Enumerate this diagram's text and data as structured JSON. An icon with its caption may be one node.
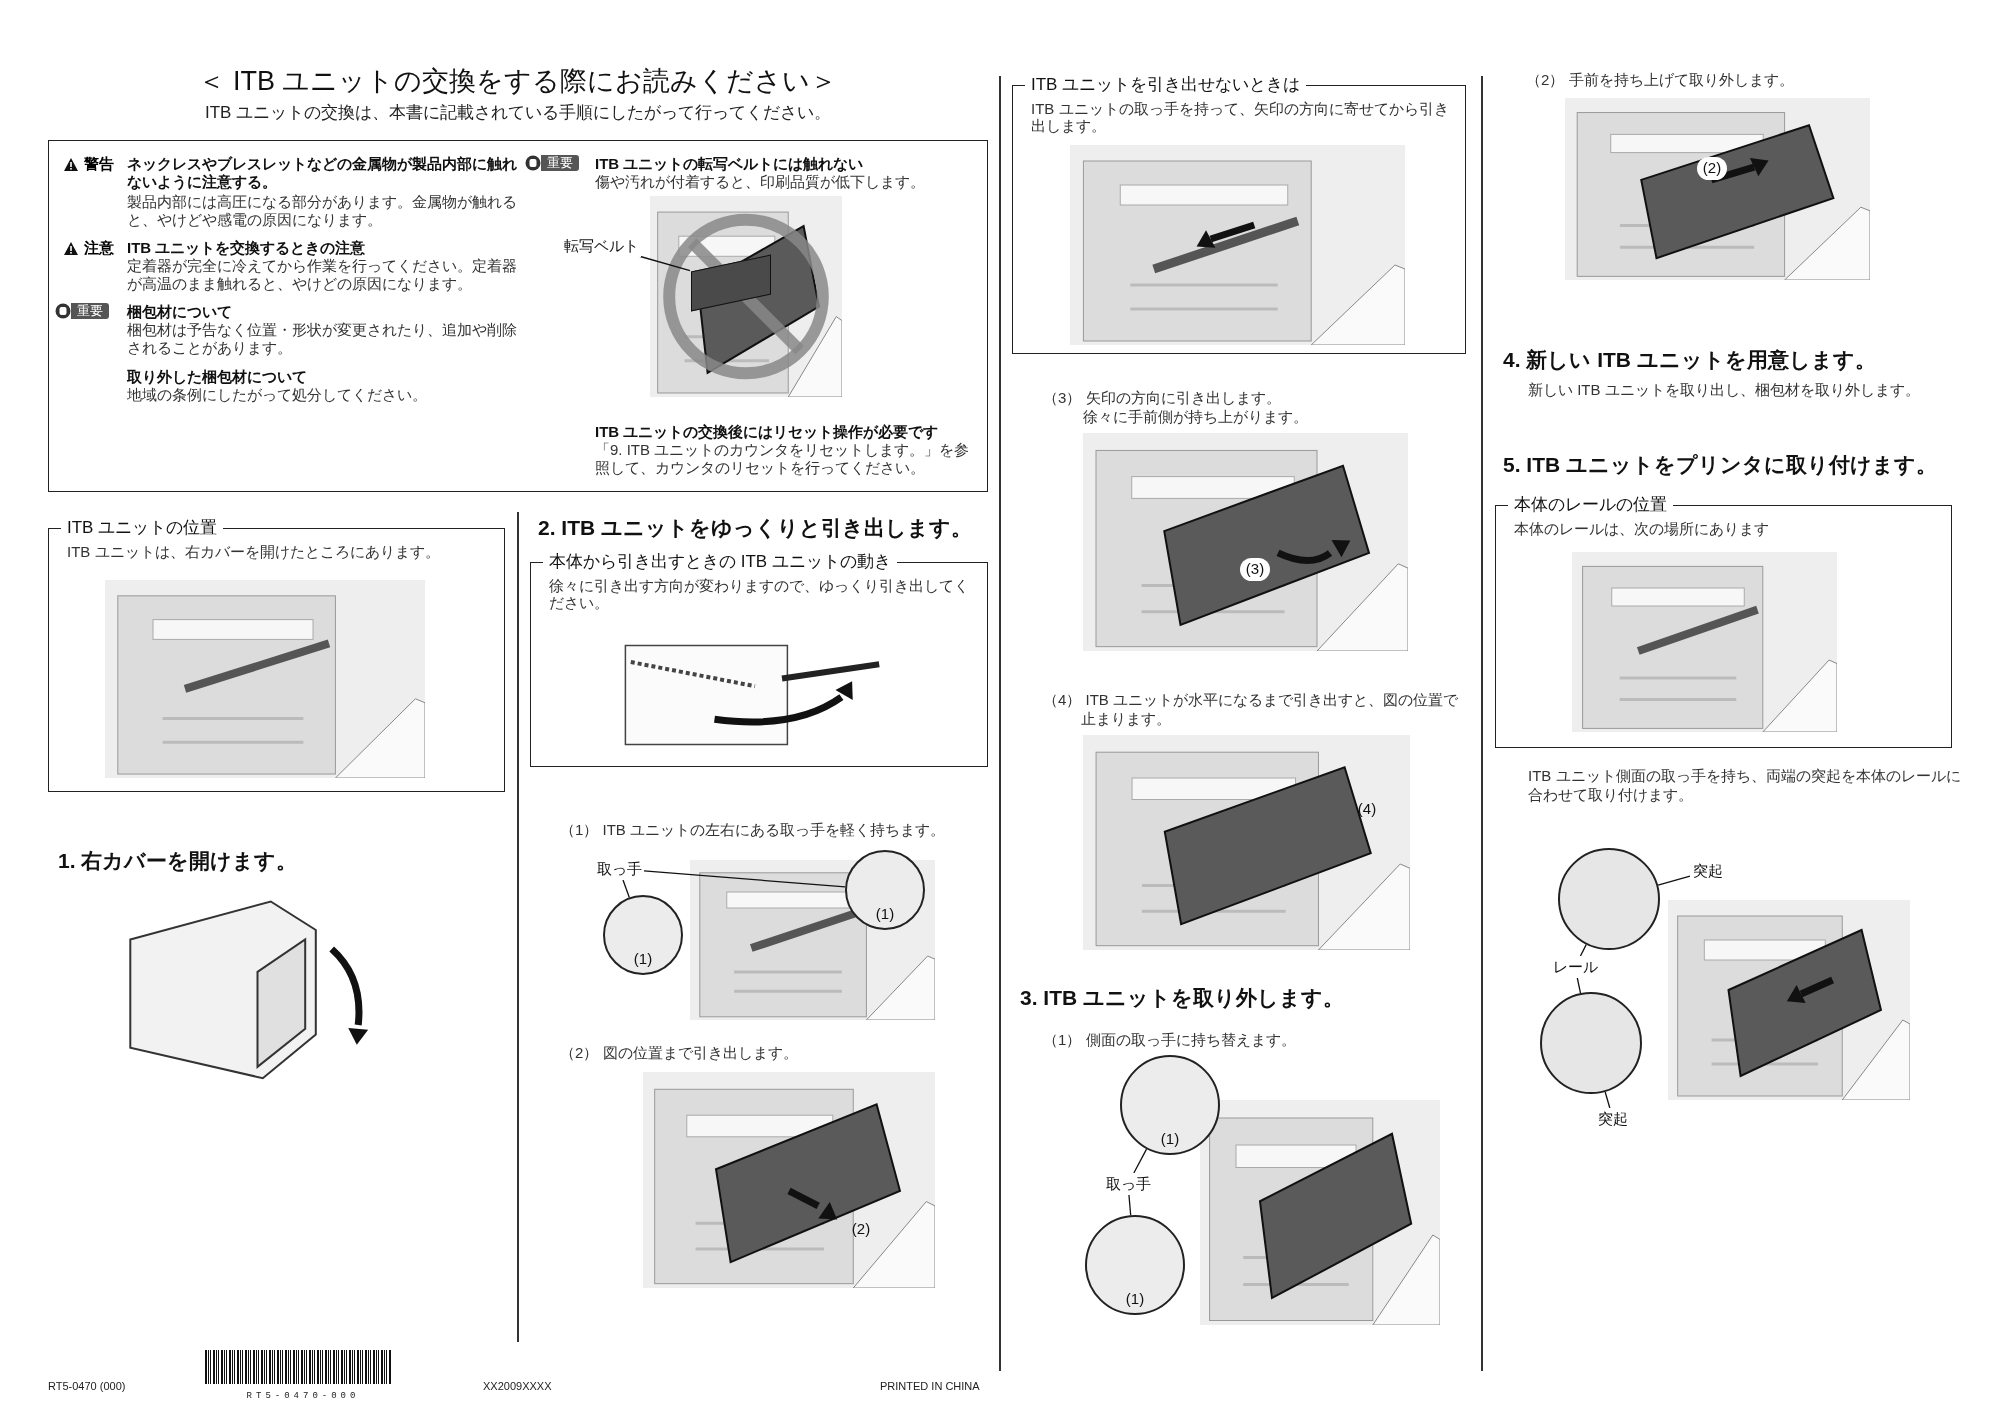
{
  "diagram": {
    "title": "＜ ITB ユニットの交換をする際にお読みください＞",
    "nodes": [
      {
        "text": [
          "警告",
          "ネックレスやブレスレットなどの金属物が製品内部に触れないように注意する。",
          "製品内部には高圧になる部分があります。金属物が触れると、やけどや感電の原因になります。",
          "注意",
          "ITB ユニットを交換するときの注意",
          "定着器が完全に冷えてから作業を行ってください。定着器が高温のまま触れると、やけどの原因になります。",
          "重要",
          "梱包材について",
          "梱包材は予告なく位置・形状が変更されたり、追加や削除されることがあります。",
          "取り外した梱包材について",
          "地域の条例にしたがって処分してください。",
          "重要",
          "ITB ユニットの転写ベルトには触れない",
          "傷や汚れが付着すると、印刷品質が低下します。",
          "ITB ユニットの交換後にはリセット操作が必要です",
          "「9. ITB ユニットのカウンタをリセットします。」を参照して、カウンタのリセットを行ってください。"
        ]
      },
      {
        "text": [
          "転写ベルト"
        ],
        "in": 0
      },
      {
        "text": [],
        "shape": "box",
        "in": 0
      },
      {
        "text": [
          "ITB ユニットの位置",
          "ITB ユニットは、右カバーを開けたところにあります。"
        ]
      },
      {
        "text": [
          "本体から引き出すときの ITB ユニットの動き",
          "徐々に引き出す方向が変わりますので、ゆっくり引き出してください。"
        ]
      },
      {
        "text": [
          "取っ手"
        ]
      },
      {
        "text": [
          "(1)"
        ]
      },
      {
        "text": [
          "(1)"
        ]
      },
      {
        "text": [
          "ITB ユニットを引き出せないときは",
          "ITB ユニットの取っ手を持って、矢印の方向に寄せてから引き出します。"
        ]
      },
      {
        "text": [
          "取っ手"
        ]
      },
      {
        "text": [
          "(1)"
        ]
      },
      {
        "text": [
          "(1)"
        ]
      },
      {
        "text": [
          "本体のレールの位置",
          "本体のレールは、次の場所にあります"
        ]
      },
      {
        "text": [
          "突起"
        ]
      },
      {
        "text": [
          "レール"
        ]
      },
      {
        "text": [
          "突起"
        ]
      },
      {
        "text": [],
        "shape": "circle"
      },
      {
        "text": [],
        "shape": "circle"
      }
    ],
    "edges": [
      {
        "from": 1,
        "to": 2,
        "arrow": "none"
      },
      {
        "from": 5,
        "to": 6,
        "arrow": "none"
      },
      {
        "from": 5,
        "to": 7,
        "arrow": "none"
      },
      {
        "from": 9,
        "to": 10,
        "arrow": "none"
      },
      {
        "from": 9,
        "to": 11,
        "arrow": "none"
      },
      {
        "from": 13,
        "to": 16,
        "arrow": "none"
      },
      {
        "from": 14,
        "to": 16,
        "arrow": "none"
      },
      {
        "from": 14,
        "to": 17,
        "arrow": "none"
      },
      {
        "from": 15,
        "to": 17,
        "arrow": "none"
      }
    ],
    "labels": [
      "ITB ユニットの交換は、本書に記載されている手順にしたがって行ってください。",
      "1. 右カバーを開けます。",
      "2. ITB ユニットをゆっくりと引き出します。",
      "（1） ITB ユニットの左右にある取っ手を軽く持ちます。",
      "（2） 図の位置まで引き出します。",
      "(2)",
      "（3） 矢印の方向に引き出します。",
      "徐々に手前側が持ち上がります。",
      "(3)",
      "（4） ITB ユニットが水平になるまで引き出すと、図の位置で止まります。",
      "(4)",
      "3. ITB ユニットを取り外します。",
      "（1） 側面の取っ手に持ち替えます。",
      "（2） 手前を持ち上げて取り外します。",
      "(2)",
      "4. 新しい ITB ユニットを用意します。",
      "新しい ITB ユニットを取り出し、梱包材を取り外します。",
      "5. ITB ユニットをプリンタに取り付けます。",
      "ITB ユニット側面の取っ手を持ち、両端の突起を本体のレールに合わせて取り付けます。",
      "RT5-0470 (000)",
      "RT5-0470-000",
      "XX2009XXXX",
      "PRINTED IN CHINA"
    ]
  }
}
